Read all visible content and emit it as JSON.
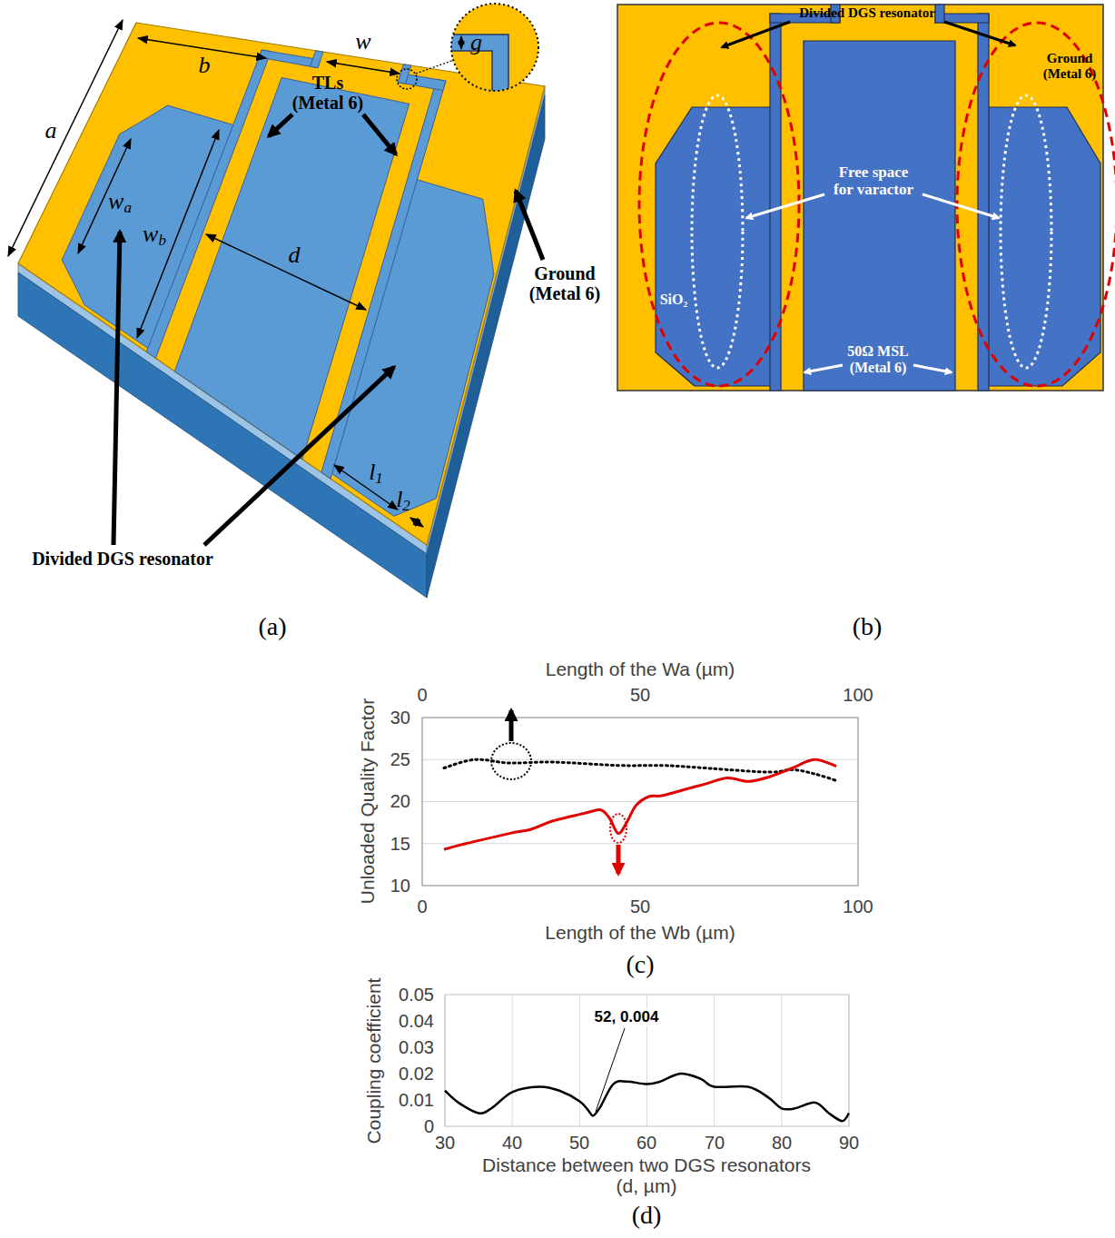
{
  "diagram": {
    "labels": [
      "a",
      "b",
      "w",
      "g",
      "wa",
      "wb",
      "d",
      "l1",
      "l2",
      "TLs (Metal 6)",
      "Ground (Metal 6)",
      "Divided DGS resonator",
      "(a)",
      "Divided DGS resonator",
      "Ground (Metal 6)",
      "Free space for varactor",
      "SiO₂",
      "50Ω MSL (Metal 6)",
      "(b)",
      "Length of the Wa (µm)",
      "0",
      "50",
      "100",
      "30",
      "25",
      "20",
      "15",
      "10",
      "Unloaded Quality Factor",
      "0",
      "50",
      "100",
      "Length of the Wb (µm)",
      "(c)",
      "0.05",
      "0.04",
      "0.03",
      "0.02",
      "0.01",
      "0",
      "Coupling coefficient",
      "52, 0.004",
      "30",
      "40",
      "50",
      "60",
      "70",
      "80",
      "90",
      "Distance between two DGS resonators (d, µm)",
      "(d)"
    ]
  }
}
